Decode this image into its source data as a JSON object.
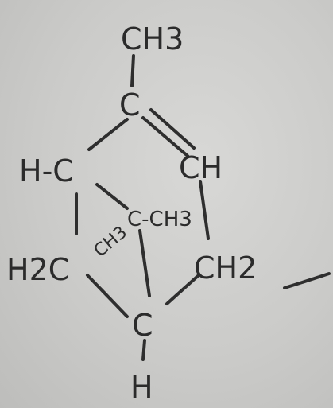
{
  "diagram": {
    "atoms": {
      "top_methyl": "CH3",
      "top_carbon": "C",
      "right_ch": "CH",
      "left_hc": "H-C",
      "center_c_methyl": "C-CH3",
      "center_methyl_label": "CH3",
      "left_h2c": "H2C",
      "right_ch2": "CH2",
      "bottom_c": "C",
      "bottom_h": "H"
    }
  }
}
